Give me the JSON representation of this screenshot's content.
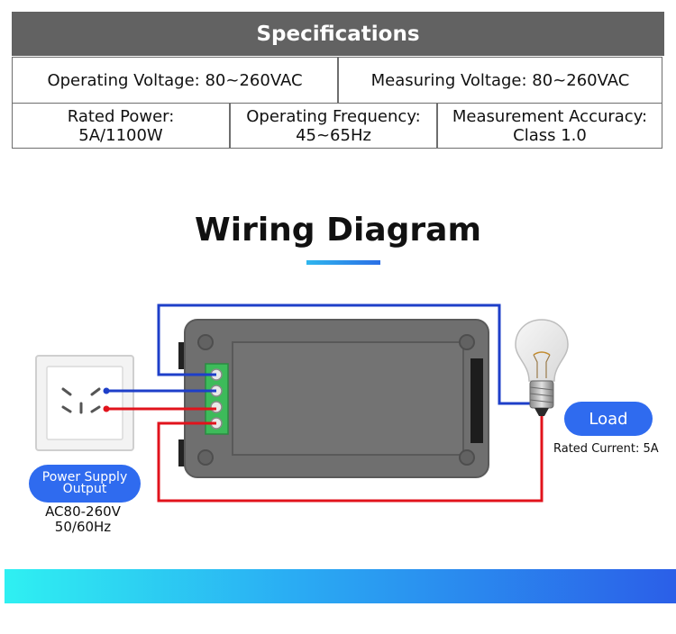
{
  "specs": {
    "header": "Specifications",
    "row1": [
      "Operating Voltage: 80~260VAC",
      "Measuring Voltage: 80~260VAC"
    ],
    "row2": [
      {
        "line1": "Rated Power:",
        "line2": "5A/1100W"
      },
      {
        "line1": "Operating Frequency:",
        "line2": "45~65Hz"
      },
      {
        "line1": "Measurement Accuracy:",
        "line2": "Class 1.0"
      }
    ]
  },
  "wiring": {
    "title": "Wiring Diagram",
    "power_supply": {
      "label_line1": "Power Supply",
      "label_line2": "Output",
      "spec_line1": "AC80-260V",
      "spec_line2": "50/60Hz"
    },
    "load": {
      "label": "Load",
      "rated_current": "Rated Current: 5A"
    },
    "icons": [
      "wall-socket-icon",
      "meter-module",
      "light-bulb-icon"
    ],
    "colors": {
      "neutral_wire": "#1e3fc9",
      "live_wire": "#e1131c",
      "accent": "#2f6bef",
      "terminal": "#3dbb5a"
    }
  }
}
